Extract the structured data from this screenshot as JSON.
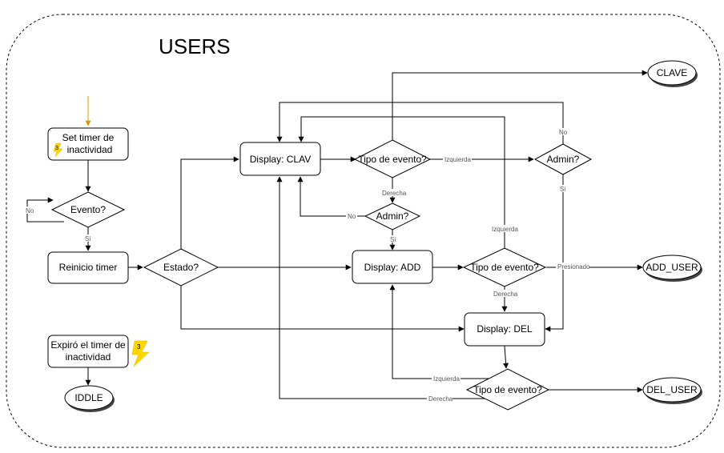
{
  "title": "USERS",
  "nodes": {
    "set_timer": [
      "Set timer de",
      "inactividad"
    ],
    "evento": "Evento?",
    "reinicio": "Reinicio timer",
    "estado": "Estado?",
    "display_clav": "Display: CLAV",
    "tipo_evento_1": "Tipo de evento?",
    "admin_1": "Admin?",
    "admin_2": "Admin?",
    "display_add": "Display: ADD",
    "tipo_evento_2": "Tipo de evento?",
    "display_del": "Display: DEL",
    "tipo_evento_3": "Tipo de evento?",
    "expiro": [
      "Expiró el timer de",
      "inactividad"
    ],
    "iddle": "IDDLE",
    "clave": "CLAVE",
    "add_user": "ADD_USER",
    "del_user": "DEL_USER"
  },
  "badges": {
    "badge_1": "3",
    "badge_2": "3"
  },
  "edge_labels": {
    "evento_no": "No",
    "evento_si": "Si",
    "tipo1_izquierda": "Izquierda",
    "tipo1_derecha": "Derecha",
    "admin1_no": "No",
    "admin1_si": "Si",
    "admin2_no": "No",
    "admin2_si": "Si",
    "tipo2_presionado": "Presionado",
    "tipo2_derecha": "Derecha",
    "tipo2_izquierda": "Izquierda",
    "tipo3_izquierda": "Izquierda",
    "tipo3_derecha": "Derecha"
  },
  "colors": {
    "line": "#000000",
    "entry_arrow": "#d79b00",
    "lightning": "#ffd700",
    "label": "#555555"
  }
}
